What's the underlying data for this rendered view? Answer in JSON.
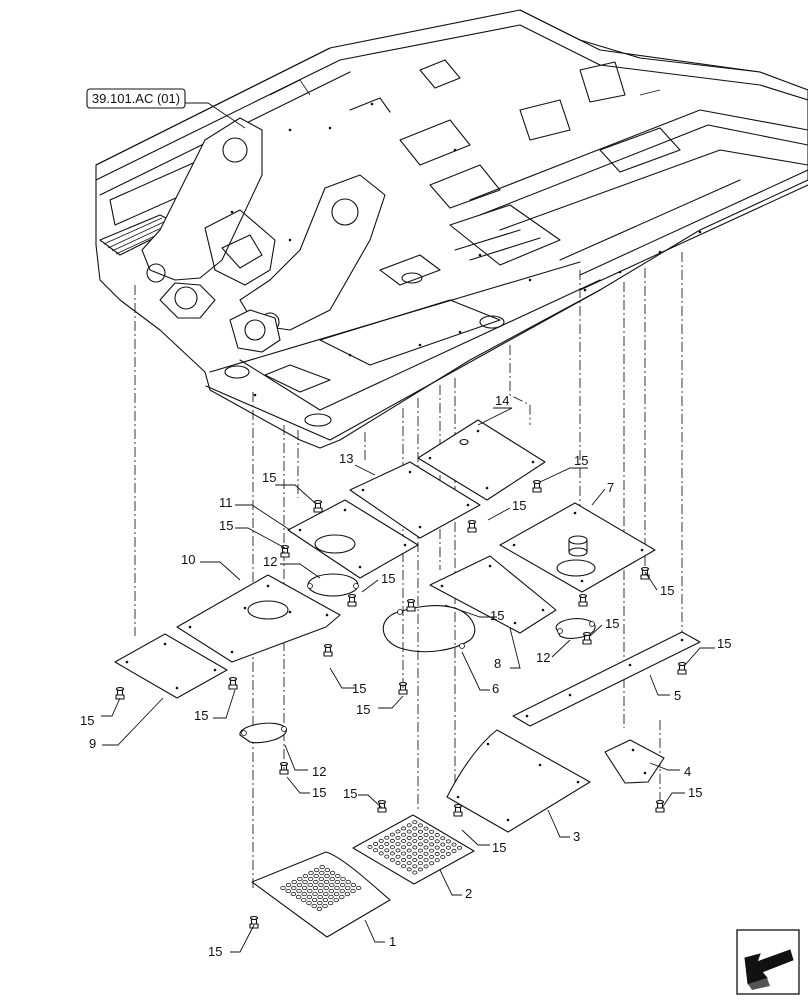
{
  "reference_label": "39.101.AC (01)",
  "callouts": {
    "c1": "1",
    "c2": "2",
    "c3": "3",
    "c4": "4",
    "c5": "5",
    "c6": "6",
    "c7": "7",
    "c8": "8",
    "c9": "9",
    "c10": "10",
    "c11": "11",
    "c12": "12",
    "c13": "13",
    "c14": "14",
    "c15": "15"
  },
  "icons": {
    "nav": "back-arrow-icon"
  }
}
